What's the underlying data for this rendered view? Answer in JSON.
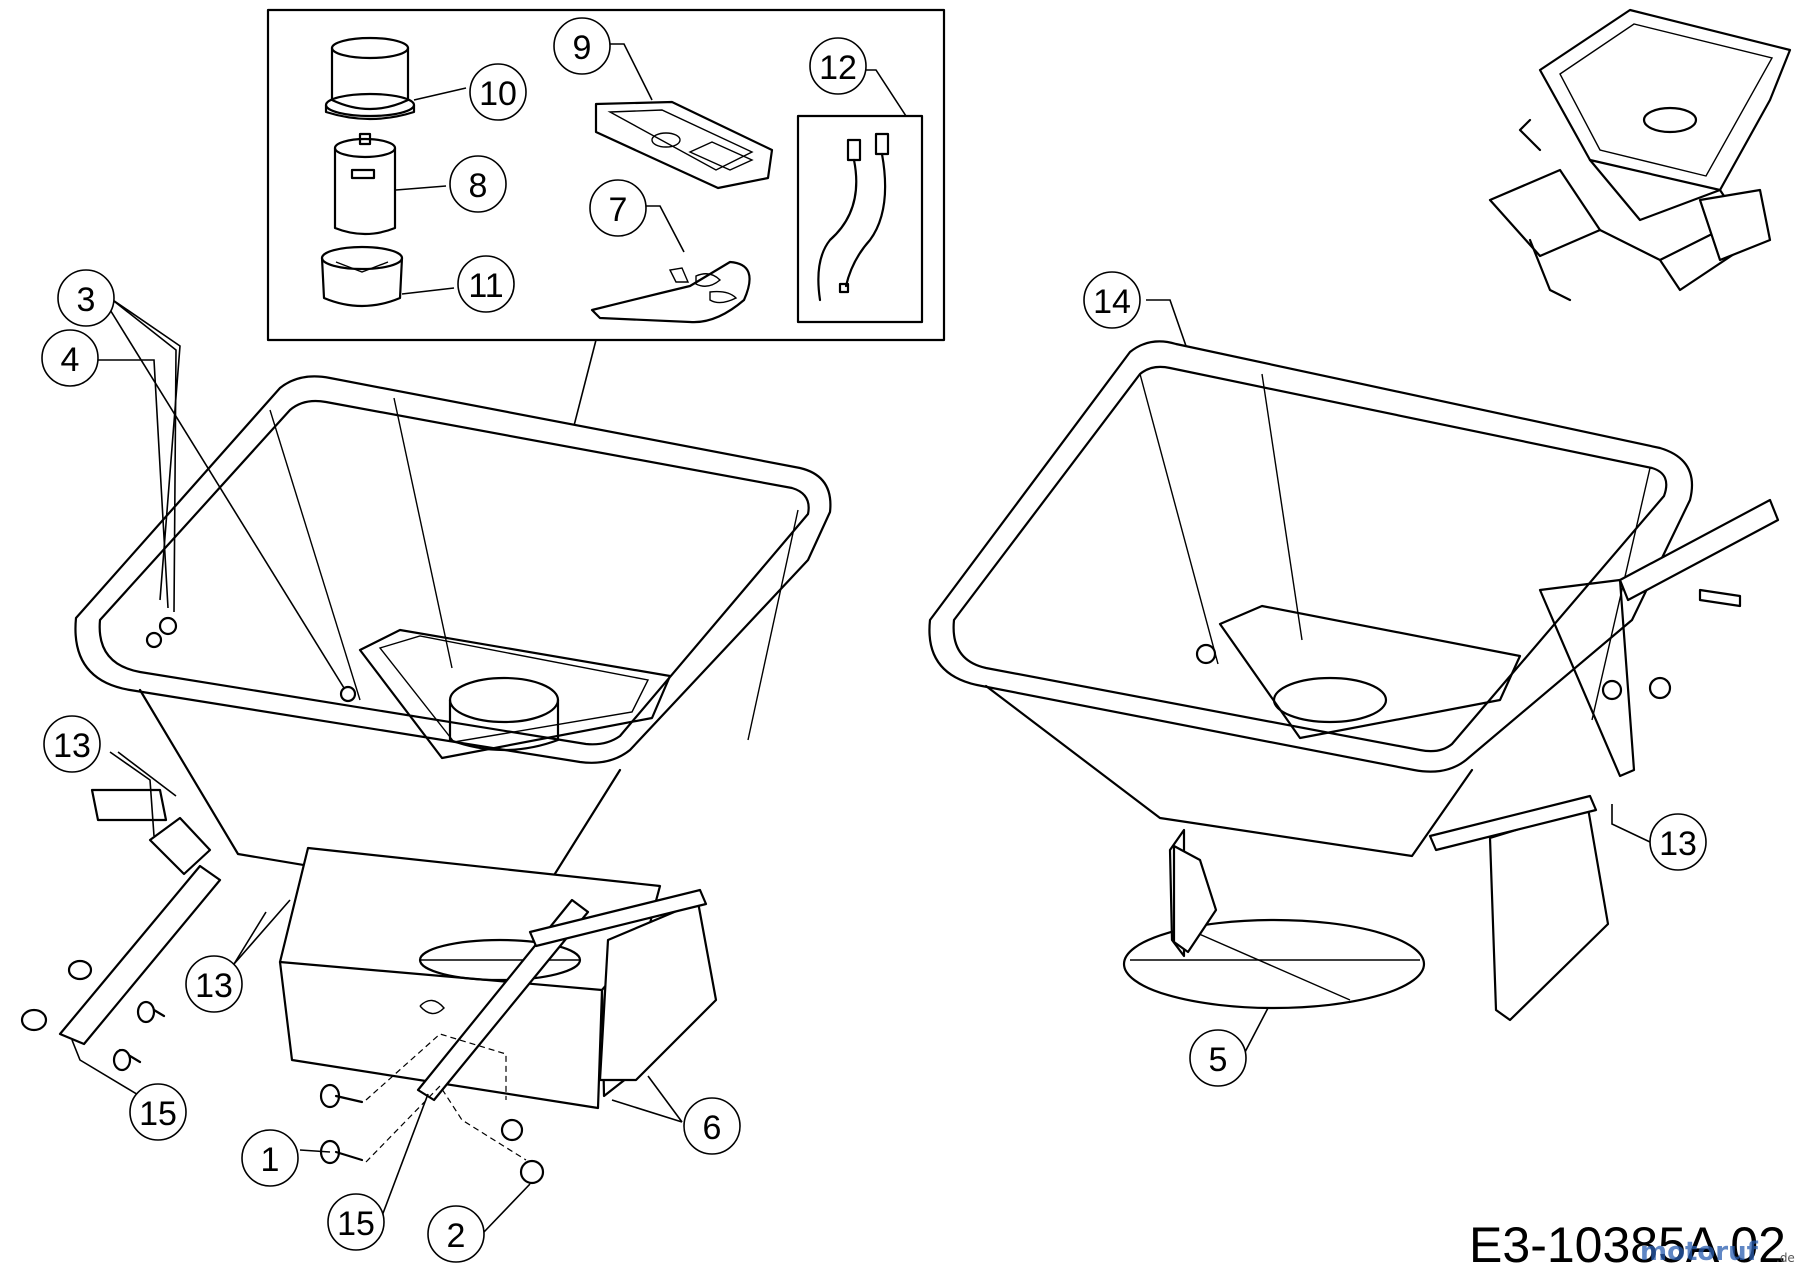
{
  "diagram_code": "E3-10385A 02",
  "watermark": {
    "text": "motoruf",
    "suffix": ".de"
  },
  "callouts": [
    {
      "id": "c1",
      "label": "1"
    },
    {
      "id": "c2",
      "label": "2"
    },
    {
      "id": "c3",
      "label": "3"
    },
    {
      "id": "c4",
      "label": "4"
    },
    {
      "id": "c5",
      "label": "5"
    },
    {
      "id": "c6",
      "label": "6"
    },
    {
      "id": "c7",
      "label": "7"
    },
    {
      "id": "c8",
      "label": "8"
    },
    {
      "id": "c9",
      "label": "9"
    },
    {
      "id": "c10",
      "label": "10"
    },
    {
      "id": "c11",
      "label": "11"
    },
    {
      "id": "c12",
      "label": "12"
    },
    {
      "id": "c13a",
      "label": "13"
    },
    {
      "id": "c13b",
      "label": "13"
    },
    {
      "id": "c13c",
      "label": "13"
    },
    {
      "id": "c14",
      "label": "14"
    },
    {
      "id": "c15a",
      "label": "15"
    },
    {
      "id": "c15b",
      "label": "15"
    }
  ],
  "colors": {
    "line": "#000000",
    "background": "#ffffff",
    "watermark_blue": "#2a5db0",
    "watermark_red": "#d23a2a"
  }
}
